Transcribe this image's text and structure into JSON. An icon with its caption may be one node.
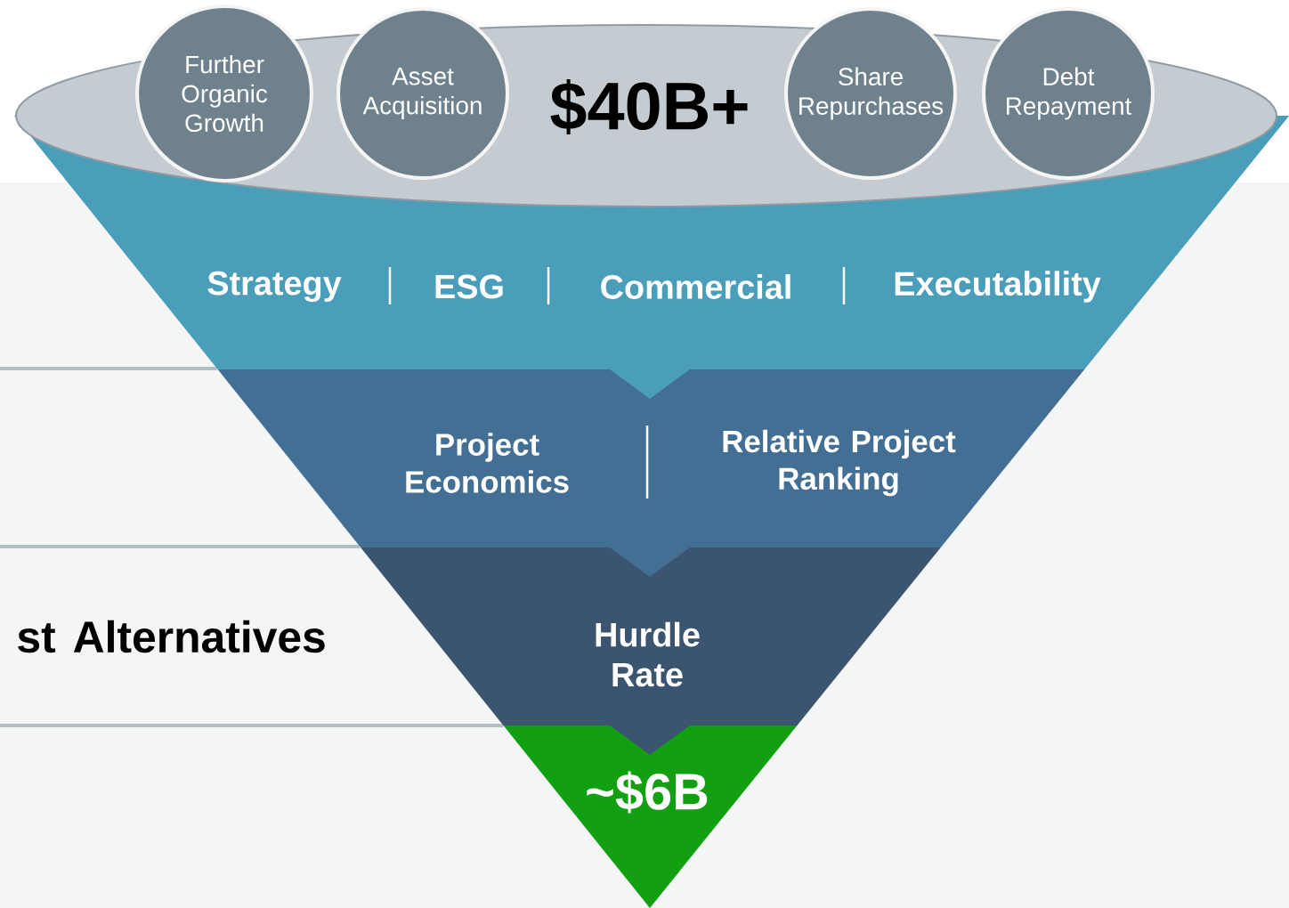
{
  "diagram": {
    "nodes": [
      {
        "text": [
          "$40B+"
        ]
      },
      {
        "text": [
          "Further Organic Growth"
        ]
      },
      {
        "text": [
          "Asset Acquisition"
        ]
      },
      {
        "text": [
          "Share Repurchases"
        ]
      },
      {
        "text": [
          "Debt Repayment"
        ]
      },
      {
        "text": [
          "Strategy",
          "ESG",
          "Commercial",
          "Executability"
        ]
      },
      {
        "text": [
          "Project Economics",
          "Relative Project Ranking"
        ]
      },
      {
        "text": [
          "Hurdle Rate"
        ]
      },
      {
        "text": [
          "~$6B"
        ]
      }
    ],
    "labels": [
      "st Alternatives"
    ]
  }
}
